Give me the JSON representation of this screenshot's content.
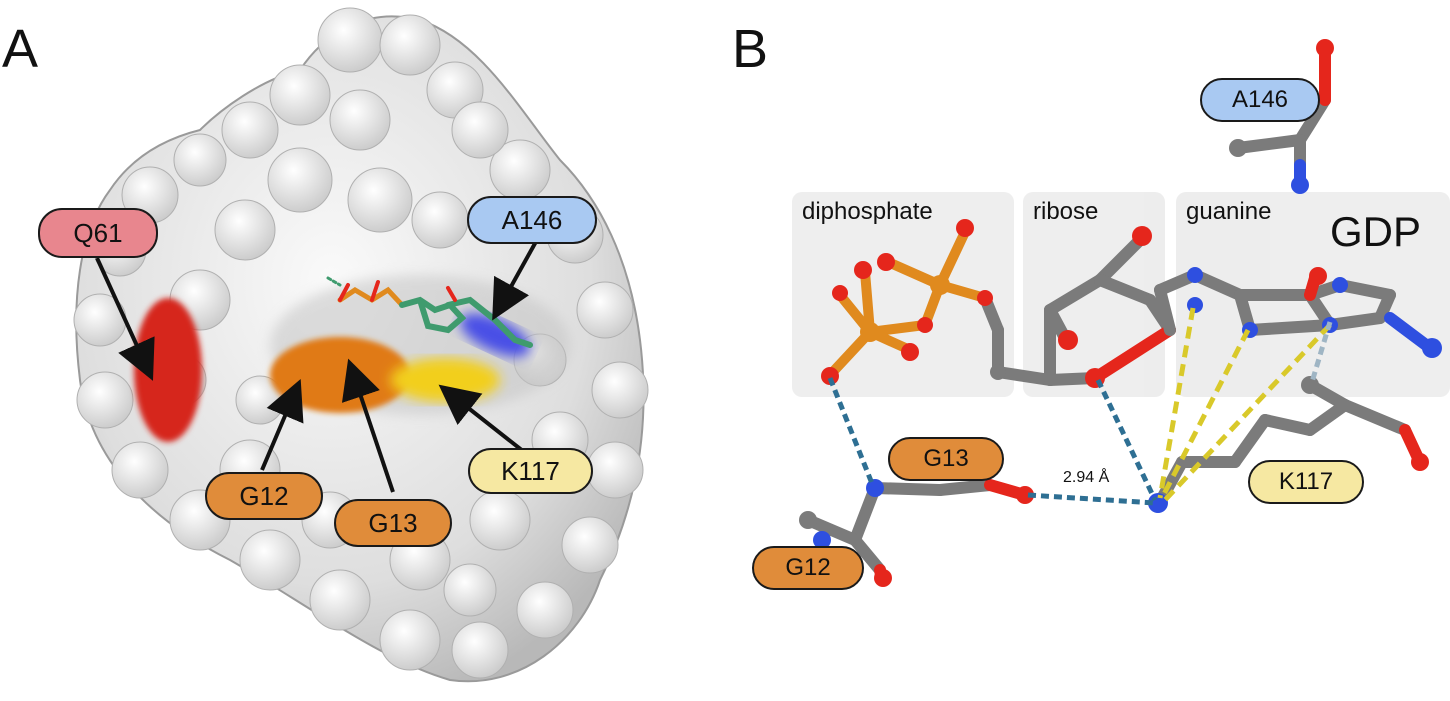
{
  "panel_a": {
    "letter": "A",
    "labels": {
      "q61": "Q61",
      "a146": "A146",
      "k117": "K117",
      "g12": "G12",
      "g13": "G13"
    }
  },
  "panel_b": {
    "letter": "B",
    "groups": {
      "diphosphate": "diphosphate",
      "ribose": "ribose",
      "guanine": "guanine"
    },
    "ligand_name": "GDP",
    "distance": "2.94 Å",
    "labels": {
      "a146": "A146",
      "g13": "G13",
      "k117": "K117",
      "g12": "G12"
    }
  },
  "colors": {
    "q61": "#e8868e",
    "a146": "#a9c9f2",
    "k117": "#f6e8a2",
    "g12": "#e08c3a",
    "g13": "#e08c3a",
    "carbon": "#7b7b7b",
    "oxygen": "#e5261c",
    "nitrogen": "#2e4fe0",
    "phosphorus": "#e08a1e",
    "hbond": "#2e6f93",
    "stack": "#d9c92a"
  }
}
